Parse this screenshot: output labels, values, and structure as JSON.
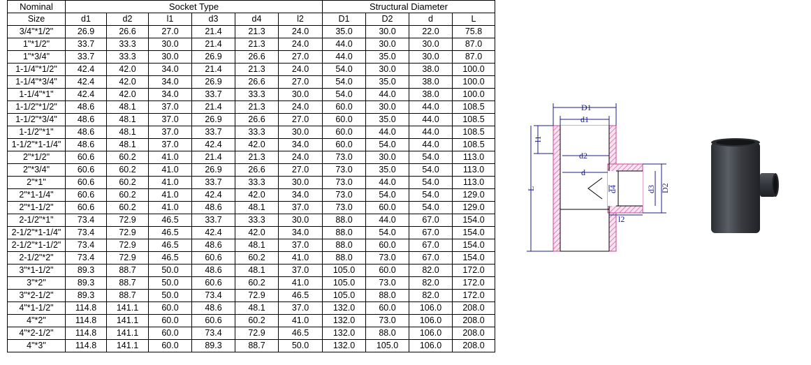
{
  "table": {
    "header_row1": [
      "Nominal",
      "Socket Type",
      "Structural Diameter"
    ],
    "header_row2": [
      "Size",
      "d1",
      "d2",
      "l1",
      "d3",
      "d4",
      "l2",
      "D1",
      "D2",
      "d",
      "L"
    ],
    "rows": [
      [
        "3/4\"*1/2\"",
        "26.9",
        "26.6",
        "27.0",
        "21.4",
        "21.3",
        "24.0",
        "35.0",
        "30.0",
        "22.0",
        "75.8"
      ],
      [
        "1\"*1/2\"",
        "33.7",
        "33.3",
        "30.0",
        "21.4",
        "21.3",
        "24.0",
        "44.0",
        "30.0",
        "30.0",
        "87.0"
      ],
      [
        "1\"*3/4\"",
        "33.7",
        "33.3",
        "30.0",
        "26.9",
        "26.6",
        "27.0",
        "44.0",
        "35.0",
        "30.0",
        "87.0"
      ],
      [
        "1-1/4\"*1/2\"",
        "42.4",
        "42.0",
        "34.0",
        "21.4",
        "21.3",
        "24.0",
        "54.0",
        "30.0",
        "38.0",
        "100.0"
      ],
      [
        "1-1/4\"*3/4\"",
        "42.4",
        "42.0",
        "34.0",
        "26.9",
        "26.6",
        "27.0",
        "54.0",
        "35.0",
        "38.0",
        "100.0"
      ],
      [
        "1-1/4\"*1\"",
        "42.4",
        "42.0",
        "34.0",
        "33.7",
        "33.3",
        "30.0",
        "54.0",
        "44.0",
        "38.0",
        "100.0"
      ],
      [
        "1-1/2\"*1/2\"",
        "48.6",
        "48.1",
        "37.0",
        "21.4",
        "21.3",
        "24.0",
        "60.0",
        "30.0",
        "44.0",
        "108.5"
      ],
      [
        "1-1/2\"*3/4\"",
        "48.6",
        "48.1",
        "37.0",
        "26.9",
        "26.6",
        "27.0",
        "60.0",
        "35.0",
        "44.0",
        "108.5"
      ],
      [
        "1-1/2\"*1\"",
        "48.6",
        "48.1",
        "37.0",
        "33.7",
        "33.3",
        "30.0",
        "60.0",
        "44.0",
        "44.0",
        "108.5"
      ],
      [
        "1-1/2\"*1-1/4\"",
        "48.6",
        "48.1",
        "37.0",
        "42.4",
        "42.0",
        "34.0",
        "60.0",
        "54.0",
        "44.0",
        "108.5"
      ],
      [
        "2\"*1/2\"",
        "60.6",
        "60.2",
        "41.0",
        "21.4",
        "21.3",
        "24.0",
        "73.0",
        "30.0",
        "54.0",
        "113.0"
      ],
      [
        "2\"*3/4\"",
        "60.6",
        "60.2",
        "41.0",
        "26.9",
        "26.6",
        "27.0",
        "73.0",
        "35.0",
        "54.0",
        "113.0"
      ],
      [
        "2\"*1\"",
        "60.6",
        "60.2",
        "41.0",
        "33.7",
        "33.3",
        "30.0",
        "73.0",
        "44.0",
        "54.0",
        "113.0"
      ],
      [
        "2\"*1-1/4\"",
        "60.6",
        "60.2",
        "41.0",
        "42.4",
        "42.0",
        "34.0",
        "73.0",
        "54.0",
        "54.0",
        "129.0"
      ],
      [
        "2\"*1-1/2\"",
        "60.6",
        "60.2",
        "41.0",
        "48.6",
        "48.1",
        "37.0",
        "73.0",
        "60.0",
        "54.0",
        "129.0"
      ],
      [
        "2-1/2\"*1\"",
        "73.4",
        "72.9",
        "46.5",
        "33.7",
        "33.3",
        "30.0",
        "88.0",
        "44.0",
        "67.0",
        "154.0"
      ],
      [
        "2-1/2\"*1-1/4\"",
        "73.4",
        "72.9",
        "46.5",
        "42.4",
        "42.0",
        "34.0",
        "88.0",
        "54.0",
        "67.0",
        "154.0"
      ],
      [
        "2-1/2\"*1-1/2\"",
        "73.4",
        "72.9",
        "46.5",
        "48.6",
        "48.1",
        "37.0",
        "88.0",
        "60.0",
        "67.0",
        "154.0"
      ],
      [
        "2-1/2\"*2\"",
        "73.4",
        "72.9",
        "46.5",
        "60.6",
        "60.2",
        "41.0",
        "88.0",
        "73.0",
        "67.0",
        "154.0"
      ],
      [
        "3\"*1-1/2\"",
        "89.3",
        "88.7",
        "50.0",
        "48.6",
        "48.1",
        "37.0",
        "105.0",
        "60.0",
        "82.0",
        "172.0"
      ],
      [
        "3\"*2\"",
        "89.3",
        "88.7",
        "50.0",
        "60.6",
        "60.2",
        "41.0",
        "105.0",
        "73.0",
        "82.0",
        "172.0"
      ],
      [
        "3\"*2-1/2\"",
        "89.3",
        "88.7",
        "50.0",
        "73.4",
        "72.9",
        "46.5",
        "105.0",
        "88.0",
        "82.0",
        "172.0"
      ],
      [
        "4\"*1-1/2\"",
        "114.8",
        "141.1",
        "60.0",
        "48.6",
        "48.1",
        "37.0",
        "132.0",
        "60.0",
        "106.0",
        "208.0"
      ],
      [
        "4\"*2\"",
        "114.8",
        "141.1",
        "60.0",
        "60.6",
        "60.2",
        "41.0",
        "132.0",
        "73.0",
        "106.0",
        "208.0"
      ],
      [
        "4\"*2-1/2\"",
        "114.8",
        "141.1",
        "60.0",
        "73.4",
        "72.9",
        "46.5",
        "132.0",
        "88.0",
        "106.0",
        "208.0"
      ],
      [
        "4\"*3\"",
        "114.8",
        "141.1",
        "60.0",
        "89.3",
        "88.7",
        "50.0",
        "132.0",
        "105.0",
        "106.0",
        "208.0"
      ]
    ]
  },
  "diagram": {
    "labels": {
      "D1": "D1",
      "d1": "d1",
      "d2": "d2",
      "d": "d",
      "d4": "d4",
      "d3": "d3",
      "D2": "D2",
      "l1": "l1",
      "l2": "l2",
      "L": "L"
    },
    "dimension_color": "#1c1c8a",
    "wall_color": "#cc4a9a"
  },
  "photo": {
    "pipe_color": "#3a3d42"
  }
}
